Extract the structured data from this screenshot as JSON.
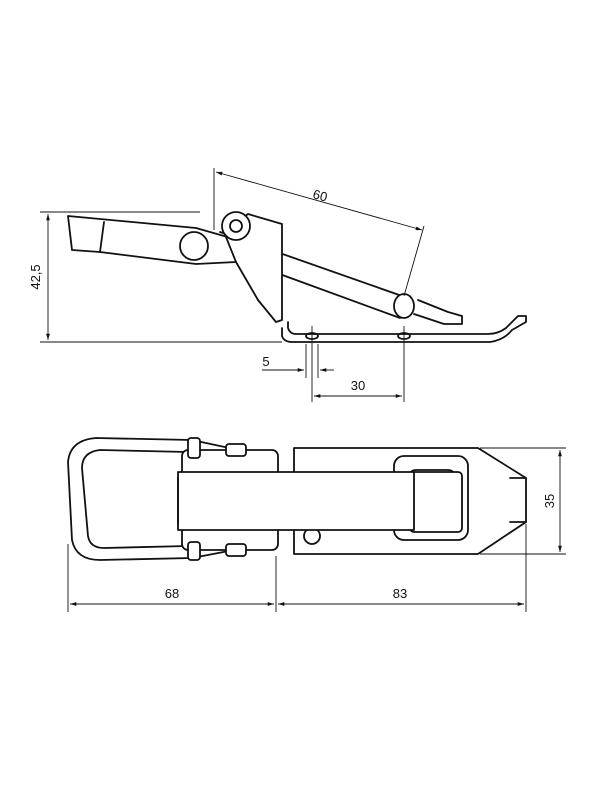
{
  "colors": {
    "line": "#111111",
    "background": "#ffffff"
  },
  "dimensions": {
    "side_diagonal": "60",
    "height": "42,5",
    "hole_width": "5",
    "hole_spacing": "30",
    "width": "35",
    "length_left": "68",
    "length_right": "83"
  }
}
